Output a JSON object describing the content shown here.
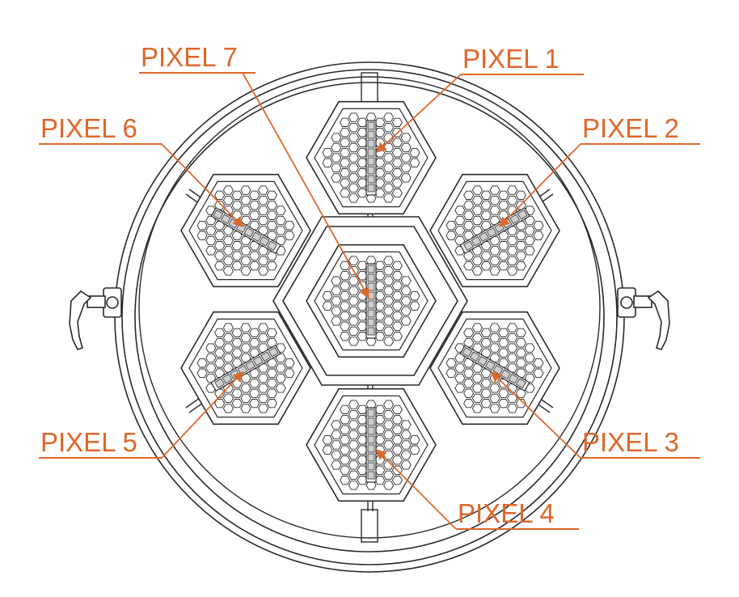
{
  "diagram": {
    "accent_color": "#e0672a",
    "line_color": "#2a2a2a",
    "labels": {
      "pixel1": "PIXEL 1",
      "pixel2": "PIXEL 2",
      "pixel3": "PIXEL 3",
      "pixel4": "PIXEL 4",
      "pixel5": "PIXEL 5",
      "pixel6": "PIXEL 6",
      "pixel7": "PIXEL 7"
    }
  }
}
